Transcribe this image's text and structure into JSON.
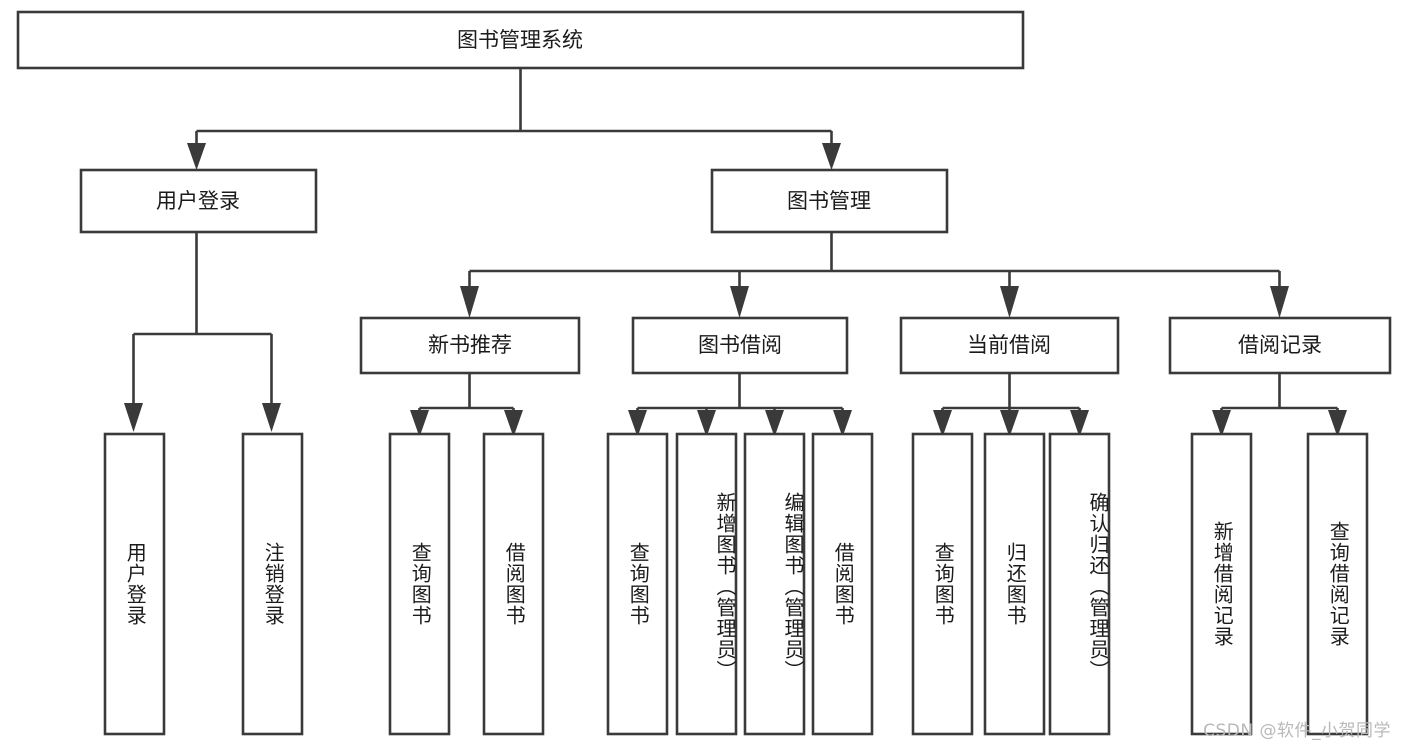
{
  "diagram": {
    "type": "tree-hierarchy",
    "title": "图书管理系统",
    "root": {
      "id": "root",
      "label": "图书管理系统",
      "level": 0
    },
    "level2": [
      {
        "id": "user-login",
        "label": "用户登录"
      },
      {
        "id": "book-management",
        "label": "图书管理"
      }
    ],
    "level3": [
      {
        "id": "new-book-recommend",
        "label": "新书推荐",
        "parent": "book-management"
      },
      {
        "id": "book-borrow",
        "label": "图书借阅",
        "parent": "book-management"
      },
      {
        "id": "current-borrow",
        "label": "当前借阅",
        "parent": "book-management"
      },
      {
        "id": "borrow-record",
        "label": "借阅记录",
        "parent": "book-management"
      }
    ],
    "leaves": {
      "user-login": [
        {
          "id": "leaf-user-login",
          "label": "用户登录"
        },
        {
          "id": "leaf-user-logout",
          "label": "注销登录"
        }
      ],
      "new-book-recommend": [
        {
          "id": "leaf-query-book-1",
          "label": "查询图书"
        },
        {
          "id": "leaf-borrow-book-1",
          "label": "借阅图书"
        }
      ],
      "book-borrow": [
        {
          "id": "leaf-query-book-2",
          "label": "查询图书"
        },
        {
          "id": "leaf-add-book",
          "label": "新增图书（管理员）"
        },
        {
          "id": "leaf-edit-book",
          "label": "编辑图书（管理员）"
        },
        {
          "id": "leaf-borrow-book-2",
          "label": "借阅图书"
        }
      ],
      "current-borrow": [
        {
          "id": "leaf-query-book-3",
          "label": "查询图书"
        },
        {
          "id": "leaf-return-book",
          "label": "归还图书"
        },
        {
          "id": "leaf-confirm-return",
          "label": "确认归还（管理员）"
        }
      ],
      "borrow-record": [
        {
          "id": "leaf-add-record",
          "label": "新增借阅记录"
        },
        {
          "id": "leaf-query-record",
          "label": "查询借阅记录"
        }
      ]
    },
    "colors": {
      "stroke": "#3a3a3a",
      "box_fill": "#ffffff",
      "text": "#1b1b1b",
      "background": "#ffffff",
      "watermark": "#b9b9b9"
    }
  },
  "watermark": {
    "text": "CSDN @软件_小贺同学"
  }
}
